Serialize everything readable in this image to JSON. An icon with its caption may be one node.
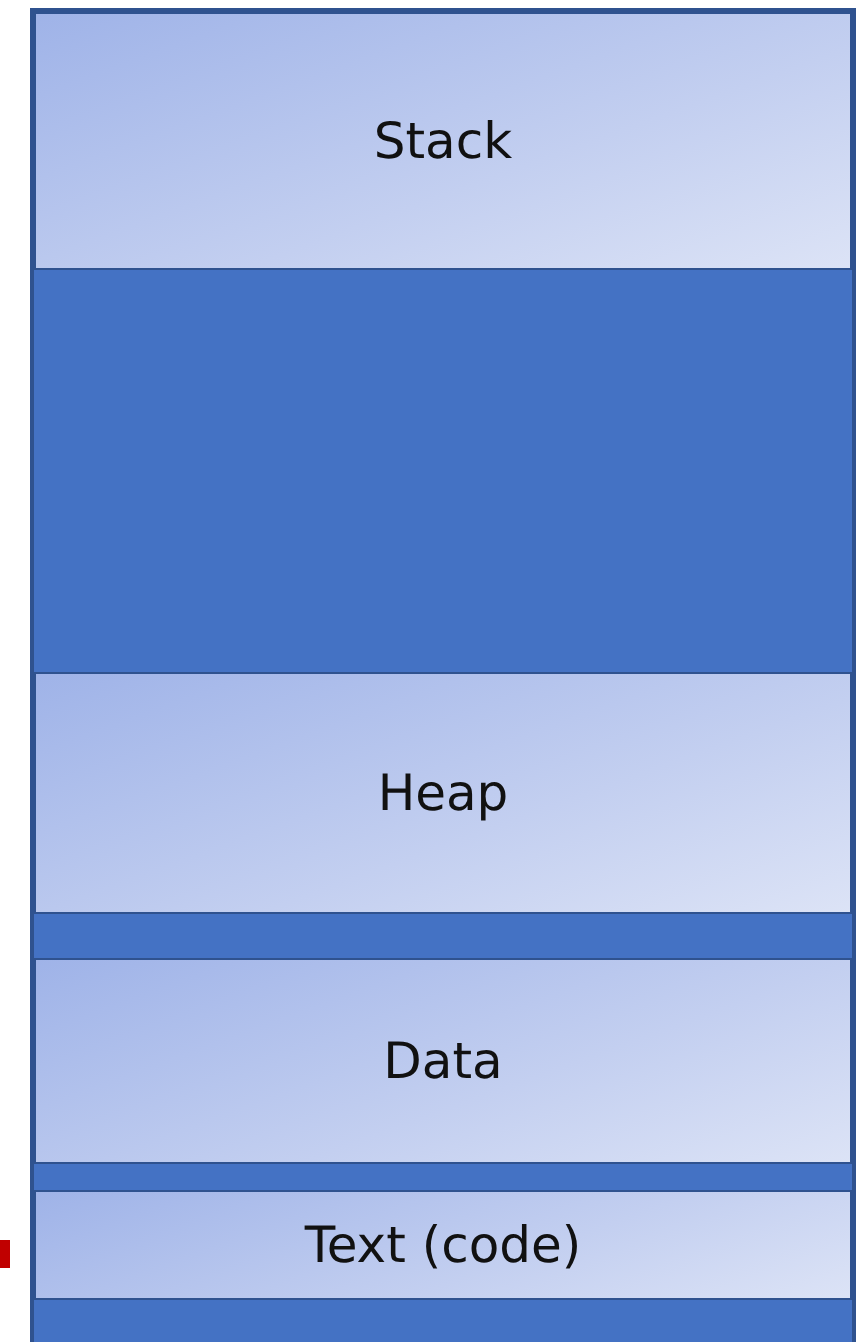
{
  "diagram": {
    "nodes": [
      {
        "text": [],
        "shape": "box"
      },
      {
        "text": [
          "Stack"
        ],
        "in": 0
      },
      {
        "text": [
          "Heap"
        ],
        "in": 0
      },
      {
        "text": [
          "Data"
        ],
        "in": 0
      },
      {
        "text": [
          "Text (code)"
        ],
        "in": 0
      }
    ]
  }
}
